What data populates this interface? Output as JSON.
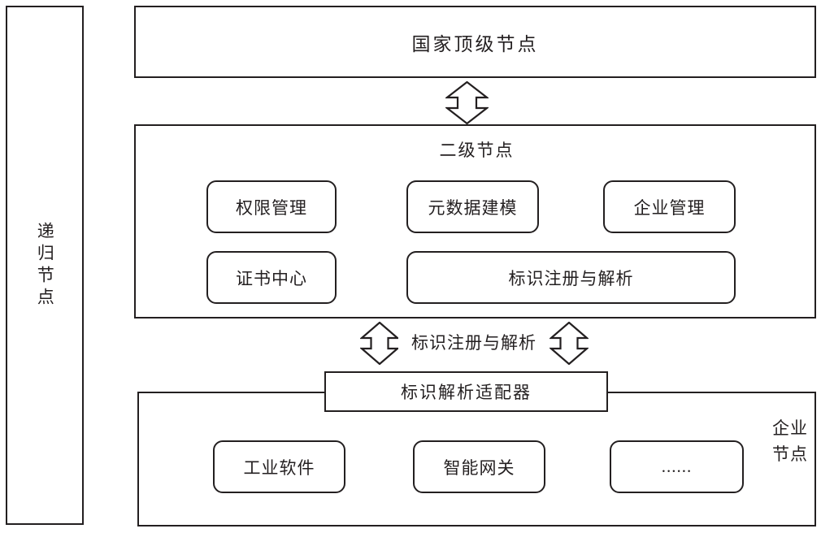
{
  "diagram": {
    "type": "architecture-hierarchy",
    "sidebar": {
      "label": "递归节点"
    },
    "national_node": {
      "label": "国家顶级节点"
    },
    "second_level_node": {
      "title": "二级节点",
      "modules_row1": [
        {
          "label": "权限管理"
        },
        {
          "label": "元数据建模"
        },
        {
          "label": "企业管理"
        }
      ],
      "modules_row2": [
        {
          "label": "证书中心"
        },
        {
          "label": "标识注册与解析"
        }
      ]
    },
    "connectors": {
      "top_arrow": "double-headed-vertical-arrow",
      "mid_left_arrow": "double-headed-vertical-arrow",
      "mid_right_arrow": "double-headed-vertical-arrow",
      "mid_label": "标识注册与解析"
    },
    "adapter": {
      "label": "标识解析适配器"
    },
    "enterprise_node": {
      "label": "企业\n节点",
      "label_line1": "企业",
      "label_line2": "节点",
      "modules": [
        {
          "label": "工业软件"
        },
        {
          "label": "智能网关"
        },
        {
          "label": "......"
        }
      ]
    },
    "colors": {
      "stroke": "#231f20",
      "background": "#ffffff"
    }
  }
}
